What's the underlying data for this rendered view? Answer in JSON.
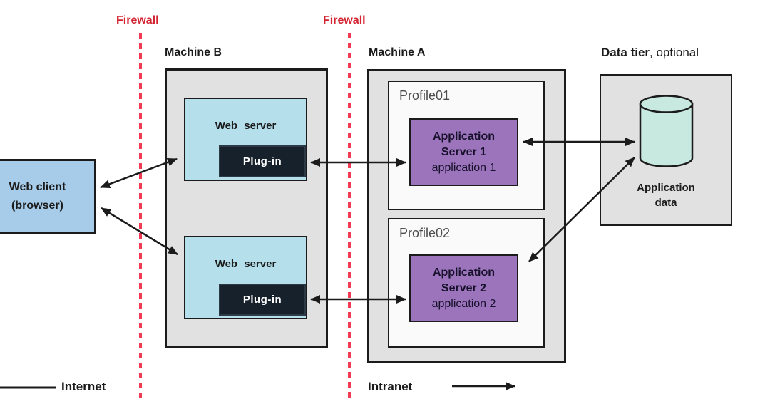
{
  "colors": {
    "ink": "#1b1b1b",
    "firewall_red": "#d42331",
    "dash_red": "#f23a55",
    "box_gray": "#e1e1e1",
    "client_blue": "#a7cce9",
    "web_blue": "#b4dfeb",
    "plugin_dark": "#16212b",
    "app_purple": "#9b74bc",
    "cylinder_teal": "#c7e9df",
    "profile_gray": "#4d4d4d",
    "profile_bg": "#fafafa"
  },
  "labels": {
    "firewall1": "Firewall",
    "firewall2": "Firewall",
    "machine_b": "Machine B",
    "machine_a": "Machine A",
    "data_tier": "Data tier",
    "data_tier_suffix": ", optional"
  },
  "web_client": {
    "line1": "Web client",
    "line2": "(browser)"
  },
  "machine_b": {
    "web_server_1": {
      "label": "Web server",
      "plugin_label": "Plug-in"
    },
    "web_server_2": {
      "label": "Web server",
      "plugin_label": "Plug-in"
    }
  },
  "machine_a": {
    "profile01": {
      "label": "Profile01",
      "server_line1": "Application",
      "server_line2": "Server 1",
      "server_line3": "application 1"
    },
    "profile02": {
      "label": "Profile02",
      "server_line1": "Application",
      "server_line2": "Server 2",
      "server_line3": "application 2"
    }
  },
  "data_tier": {
    "label_line1": "Application",
    "label_line2": "data"
  },
  "legend": {
    "internet": "Internet",
    "intranet": "Intranet"
  },
  "connections": [
    {
      "from": "Web client (browser)",
      "to": "Web server 1",
      "style": "double-arrow"
    },
    {
      "from": "Web client (browser)",
      "to": "Web server 2",
      "style": "double-arrow"
    },
    {
      "from": "Plug-in 1",
      "to": "Application Server 1",
      "style": "double-arrow"
    },
    {
      "from": "Plug-in 2",
      "to": "Application Server 2",
      "style": "double-arrow"
    },
    {
      "from": "Application Server 1",
      "to": "Application data",
      "style": "double-arrow"
    },
    {
      "from": "Application Server 2",
      "to": "Application data",
      "style": "double-arrow"
    }
  ]
}
